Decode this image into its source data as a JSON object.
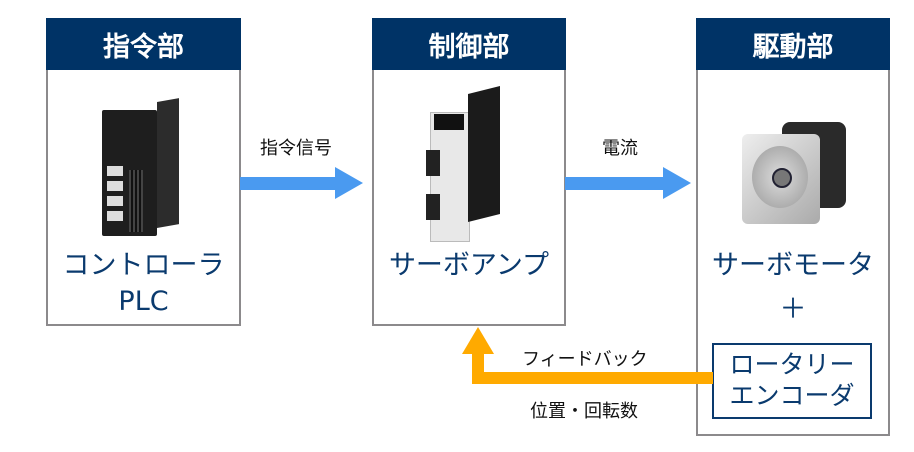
{
  "sections": [
    {
      "header": "指令部",
      "product": "コントローラ",
      "product_line2": "PLC"
    },
    {
      "header": "制御部",
      "product": "サーボアンプ"
    },
    {
      "header": "駆動部",
      "product": "サーボモータ",
      "plus": "＋",
      "encoder_line1": "ロータリー",
      "encoder_line2": "エンコーダ"
    }
  ],
  "arrows": {
    "command_signal": "指令信号",
    "current": "電流",
    "feedback": "フィードバック",
    "feedback_detail": "位置・回転数"
  },
  "colors": {
    "header": "#003366",
    "text": "#0a3a6e",
    "signal_arrow": "#4a9af0",
    "feedback_arrow": "#ffaa00"
  }
}
